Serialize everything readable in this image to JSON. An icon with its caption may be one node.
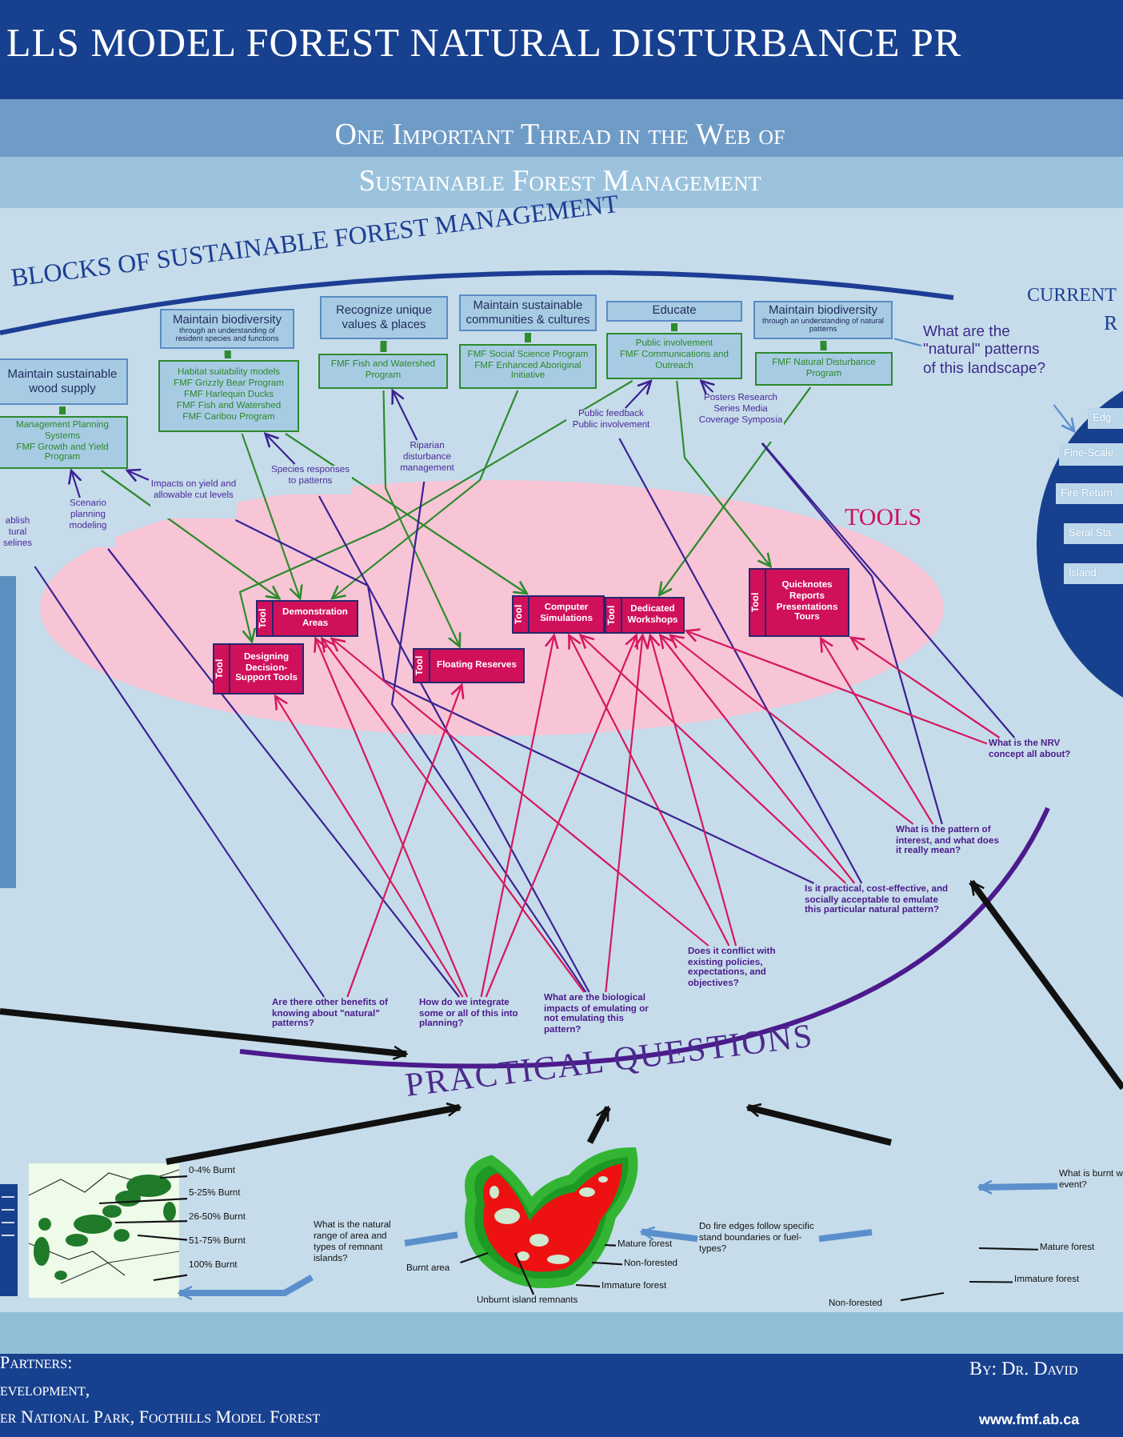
{
  "diagram": {
    "title": "LLS MODEL FOREST NATURAL DISTURBANCE PR",
    "nodes": [
      {
        "text": [
          "Maintain sustainable wood supply"
        ]
      },
      {
        "text": [
          "Management Planning Systems",
          "FMF Growth and Yield Program"
        ]
      },
      {
        "text": [
          "Maintain biodiversity",
          "through an understanding of resident species and functions"
        ]
      },
      {
        "text": [
          "Habitat suitability models",
          "FMF Grizzly Bear Program",
          "FMF Harlequin Ducks",
          "FMF Fish and Watershed",
          "FMF Caribou Program"
        ]
      },
      {
        "text": [
          "Recognize unique values & places"
        ]
      },
      {
        "text": [
          "FMF Fish and Watershed Program"
        ]
      },
      {
        "text": [
          "Maintain sustainable communities & cultures"
        ]
      },
      {
        "text": [
          "FMF Social Science Program",
          "FMF Enhanced Aboriginal Initiative"
        ]
      },
      {
        "text": [
          "Educate"
        ]
      },
      {
        "text": [
          "Public involvement",
          "FMF Communications and Outreach"
        ]
      },
      {
        "text": [
          "Maintain biodiversity",
          "through an understanding of natural patterns"
        ]
      },
      {
        "text": [
          "FMF Natural Disturbance Program"
        ]
      },
      {
        "text": [
          "What are the \"natural\" patterns of this landscape?"
        ]
      },
      {
        "text": [
          "CURRENT",
          "R"
        ]
      },
      {
        "text": [
          "Edg"
        ],
        "in": 13
      },
      {
        "text": [
          "Fine-Scale"
        ],
        "in": 13
      },
      {
        "text": [
          "Fire Return"
        ],
        "in": 13
      },
      {
        "text": [
          "Seral Sta"
        ],
        "in": 13
      },
      {
        "text": [
          "Island"
        ],
        "in": 13
      },
      {
        "text": [
          "TOOLS"
        ]
      },
      {
        "text": [
          "Tool",
          "Demonstration Areas"
        ],
        "in": 19
      },
      {
        "text": [
          "Tool",
          "Designing Decision-Support Tools"
        ],
        "in": 19
      },
      {
        "text": [
          "Tool",
          "Floating Reserves"
        ],
        "in": 19
      },
      {
        "text": [
          "Tool",
          "Computer Simulations"
        ],
        "in": 19
      },
      {
        "text": [
          "Tool",
          "Dedicated Workshops"
        ],
        "in": 19
      },
      {
        "text": [
          "Tool",
          "Quicknotes Reports Presentations Tours"
        ],
        "in": 19
      },
      {
        "text": [
          "ablish tural selines"
        ]
      },
      {
        "text": [
          "Scenario planning modeling"
        ]
      },
      {
        "text": [
          "Impacts on yield and allowable cut levels"
        ]
      },
      {
        "text": [
          "Species responses to patterns"
        ]
      },
      {
        "text": [
          "Riparian disturbance management"
        ]
      },
      {
        "text": [
          "Public feedback Public involvement"
        ]
      },
      {
        "text": [
          "Posters Research Series Media Coverage Symposia"
        ]
      },
      {
        "text": [
          "Are there other benefits of knowing about \"natural\" patterns?"
        ]
      },
      {
        "text": [
          "How do we integrate some or all of this into planning?"
        ]
      },
      {
        "text": [
          "What are the biological impacts of emulating or not emulating this pattern?"
        ]
      },
      {
        "text": [
          "Does it conflict with existing policies, expectations, and objectives?"
        ]
      },
      {
        "text": [
          "Is it practical, cost-effective, and socially acceptable to emulate this particular natural pattern?"
        ]
      },
      {
        "text": [
          "What is the pattern of interest, and what does it really mean?"
        ]
      },
      {
        "text": [
          "What is the NRV concept all about?"
        ]
      },
      {
        "text": [
          "PRACTICAL QUESTIONS"
        ]
      },
      {
        "text": [],
        "shape": "picture"
      },
      {
        "text": [
          "0-4% Burnt"
        ]
      },
      {
        "text": [
          "5-25% Burnt"
        ]
      },
      {
        "text": [
          "26-50% Burnt"
        ]
      },
      {
        "text": [
          "51-75% Burnt"
        ]
      },
      {
        "text": [
          "100% Burnt"
        ]
      },
      {
        "text": [
          "What is the natural range of area and types of remnant islands?"
        ]
      },
      {
        "text": [],
        "shape": "picture"
      },
      {
        "text": [
          "Burnt area"
        ]
      },
      {
        "text": [
          "Unburnt island remnants"
        ]
      },
      {
        "text": [
          "Mature forest"
        ]
      },
      {
        "text": [
          "Non-forested"
        ]
      },
      {
        "text": [
          "Immature forest"
        ]
      },
      {
        "text": [
          "Do fire edges follow specific stand boundaries or fuel-types?"
        ]
      },
      {
        "text": [
          "What is burnt w event?"
        ]
      },
      {
        "text": [
          "Mature forest"
        ]
      },
      {
        "text": [
          "Immature forest"
        ]
      },
      {
        "text": [
          "Non-forested"
        ]
      }
    ],
    "edges": [
      {
        "from": 0,
        "to": 1,
        "arrow": "none",
        "style": "thick",
        "color": "#2e8b2e"
      },
      {
        "from": 2,
        "to": 3,
        "arrow": "none",
        "style": "thick",
        "color": "#2e8b2e"
      },
      {
        "from": 4,
        "to": 5,
        "arrow": "none",
        "style": "thick",
        "color": "#2e8b2e"
      },
      {
        "from": 6,
        "to": 7,
        "arrow": "none",
        "style": "thick",
        "color": "#2e8b2e"
      },
      {
        "from": 8,
        "to": 9,
        "arrow": "none",
        "style": "thick",
        "color": "#2e8b2e"
      },
      {
        "from": 10,
        "to": 11,
        "arrow": "none",
        "style": "thick",
        "color": "#2e8b2e"
      },
      {
        "from": 1,
        "to": 20,
        "arrow": "to",
        "color": "#2e8b2e"
      },
      {
        "from": 3,
        "to": 20,
        "arrow": "to",
        "color": "#2e8b2e"
      },
      {
        "from": 3,
        "to": 23,
        "arrow": "to",
        "color": "#2e8b2e"
      },
      {
        "from": 5,
        "to": 22,
        "arrow": "to",
        "color": "#2e8b2e"
      },
      {
        "from": 7,
        "to": 20,
        "arrow": "to",
        "color": "#2e8b2e"
      },
      {
        "from": 9,
        "to": 21,
        "arrow": "to",
        "color": "#2e8b2e"
      },
      {
        "from": 9,
        "to": 25,
        "arrow": "to",
        "color": "#2e8b2e"
      },
      {
        "from": 11,
        "to": 24,
        "arrow": "to",
        "color": "#2e8b2e"
      },
      {
        "from": 10,
        "to": 12,
        "arrow": "none",
        "color": "#5b8fcc"
      },
      {
        "from": 12,
        "to": 13,
        "arrow": "to",
        "color": "#5b8fcc"
      },
      {
        "from": 27,
        "to": 1,
        "arrow": "to",
        "color": "#3b2293"
      },
      {
        "from": 28,
        "to": 1,
        "arrow": "to",
        "color": "#3b2293"
      },
      {
        "from": 29,
        "to": 3,
        "arrow": "to",
        "color": "#3b2293"
      },
      {
        "from": 30,
        "to": 5,
        "arrow": "to",
        "color": "#3b2293"
      },
      {
        "from": 31,
        "to": 9,
        "arrow": "to",
        "color": "#3b2293"
      },
      {
        "from": 32,
        "to": 9,
        "arrow": "to",
        "color": "#3b2293"
      },
      {
        "from": 33,
        "to": 26,
        "arrow": "none",
        "color": "#3b2293"
      },
      {
        "from": 34,
        "to": 27,
        "arrow": "none",
        "color": "#3b2293"
      },
      {
        "from": 37,
        "to": 28,
        "arrow": "none",
        "color": "#3b2293"
      },
      {
        "from": 35,
        "to": 29,
        "arrow": "none",
        "color": "#3b2293"
      },
      {
        "from": 35,
        "to": 30,
        "arrow": "none",
        "color": "#3b2293"
      },
      {
        "from": 37,
        "to": 31,
        "arrow": "none",
        "color": "#3b2293"
      },
      {
        "from": 38,
        "to": 32,
        "arrow": "none",
        "color": "#3b2293"
      },
      {
        "from": 39,
        "to": 32,
        "arrow": "none",
        "color": "#3b2293"
      },
      {
        "from": 33,
        "to": 22,
        "arrow": "to",
        "color": "#d6185e"
      },
      {
        "from": 34,
        "to": 20,
        "arrow": "to",
        "color": "#d6185e"
      },
      {
        "from": 34,
        "to": 21,
        "arrow": "to",
        "color": "#d6185e"
      },
      {
        "from": 34,
        "to": 23,
        "arrow": "to",
        "color": "#d6185e"
      },
      {
        "from": 34,
        "to": 24,
        "arrow": "to",
        "color": "#d6185e"
      },
      {
        "from": 35,
        "to": 20,
        "arrow": "to",
        "color": "#d6185e"
      },
      {
        "from": 35,
        "to": 24,
        "arrow": "to",
        "color": "#d6185e"
      },
      {
        "from": 36,
        "to": 20,
        "arrow": "to",
        "color": "#d6185e"
      },
      {
        "from": 36,
        "to": 23,
        "arrow": "to",
        "color": "#d6185e"
      },
      {
        "from": 36,
        "to": 24,
        "arrow": "to",
        "color": "#d6185e"
      },
      {
        "from": 37,
        "to": 23,
        "arrow": "to",
        "color": "#d6185e"
      },
      {
        "from": 37,
        "to": 24,
        "arrow": "to",
        "color": "#d6185e"
      },
      {
        "from": 38,
        "to": 25,
        "arrow": "to",
        "color": "#d6185e"
      },
      {
        "from": 38,
        "to": 24,
        "arrow": "to",
        "color": "#d6185e"
      },
      {
        "from": 39,
        "to": 25,
        "arrow": "to",
        "color": "#d6185e"
      },
      {
        "from": 39,
        "to": 24,
        "arrow": "to",
        "color": "#d6185e"
      },
      {
        "from": 41,
        "to": 40,
        "arrow": "to",
        "style": "thick"
      },
      {
        "from": null,
        "to": 40,
        "arrow": "to",
        "style": "thick"
      },
      {
        "from": 48,
        "to": 40,
        "arrow": "to",
        "style": "thick"
      },
      {
        "from": null,
        "to": 40,
        "arrow": "to",
        "style": "thick"
      },
      {
        "from": null,
        "to": 38,
        "arrow": "to",
        "style": "thick"
      },
      {
        "from": 47,
        "to": 41,
        "arrow": "to",
        "style": "thick",
        "color": "#5b8fcc"
      },
      {
        "from": 48,
        "to": 47,
        "arrow": "none",
        "style": "thick",
        "color": "#5b8fcc"
      },
      {
        "from": 54,
        "to": 48,
        "arrow": "to",
        "style": "thick",
        "color": "#5b8fcc"
      },
      {
        "from": null,
        "to": 54,
        "arrow": "none",
        "style": "thick",
        "color": "#5b8fcc"
      },
      {
        "from": 55,
        "to": null,
        "arrow": "to",
        "style": "thick",
        "color": "#5b8fcc"
      },
      {
        "from": 42,
        "to": 41,
        "arrow": "none"
      },
      {
        "from": 43,
        "to": 41,
        "arrow": "none"
      },
      {
        "from": 44,
        "to": 41,
        "arrow": "none"
      },
      {
        "from": 45,
        "to": 41,
        "arrow": "none"
      },
      {
        "from": 46,
        "to": 41,
        "arrow": "none"
      },
      {
        "from": 49,
        "to": 48,
        "arrow": "none"
      },
      {
        "from": 50,
        "to": 48,
        "arrow": "none"
      },
      {
        "from": 51,
        "to": 48,
        "arrow": "none"
      },
      {
        "from": 52,
        "to": 48,
        "arrow": "none"
      },
      {
        "from": 53,
        "to": 48,
        "arrow": "none"
      },
      {
        "from": 56,
        "to": null,
        "arrow": "none"
      },
      {
        "from": 57,
        "to": null,
        "arrow": "none"
      },
      {
        "from": 58,
        "to": null,
        "arrow": "none"
      }
    ],
    "labels": [
      "One Important Thread in the Web of Sustainable Forest Management",
      "BLOCKS OF SUSTAINABLE FOREST MANAGEMENT",
      "Partners:",
      "evelopment,",
      "er National Park, Foothills Model Forest",
      "By: Dr. David",
      "www.fmf.ab.ca"
    ]
  }
}
